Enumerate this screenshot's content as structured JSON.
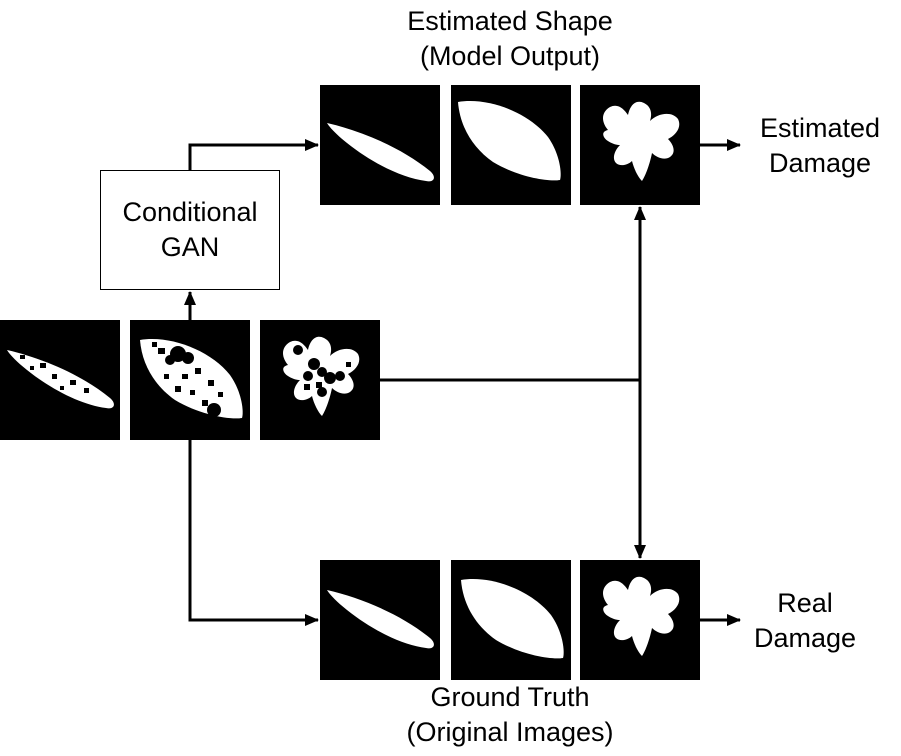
{
  "estimated_shape": {
    "line1": "Estimated Shape",
    "line2": "(Model Output)"
  },
  "estimated_damage": {
    "line1": "Estimated",
    "line2": "Damage"
  },
  "gan": {
    "line1": "Conditional",
    "line2": "GAN"
  },
  "real_damage": {
    "line1": "Real",
    "line2": "Damage"
  },
  "ground_truth": {
    "line1": "Ground Truth",
    "line2": "(Original Images)"
  },
  "colors": {
    "tile": "#000000",
    "leaf": "#ffffff",
    "line": "#000000"
  }
}
